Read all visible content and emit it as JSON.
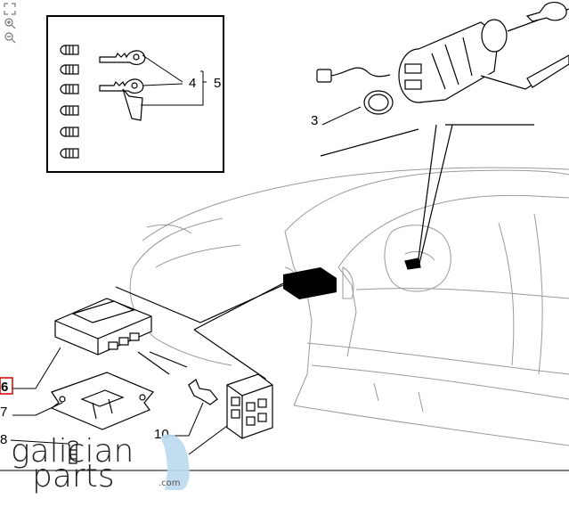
{
  "toolbar": {
    "icons": [
      "fullscreen-icon",
      "zoom-in-icon",
      "zoom-out-icon"
    ]
  },
  "callouts": [
    {
      "id": "3",
      "label": "3"
    },
    {
      "id": "4",
      "label": "4"
    },
    {
      "id": "5",
      "label": "5"
    },
    {
      "id": "6",
      "label": "6",
      "selected": true
    },
    {
      "id": "7",
      "label": "7"
    },
    {
      "id": "8",
      "label": "8"
    },
    {
      "id": "10",
      "label": "10"
    }
  ],
  "colors": {
    "line": "#000000",
    "car_outline": "#9a9a9a",
    "highlight_box": "#d40000",
    "logo_accent": "#bcd9ee"
  },
  "watermark": {
    "line1": "galician",
    "line2": "parts",
    "suffix": ".com"
  }
}
